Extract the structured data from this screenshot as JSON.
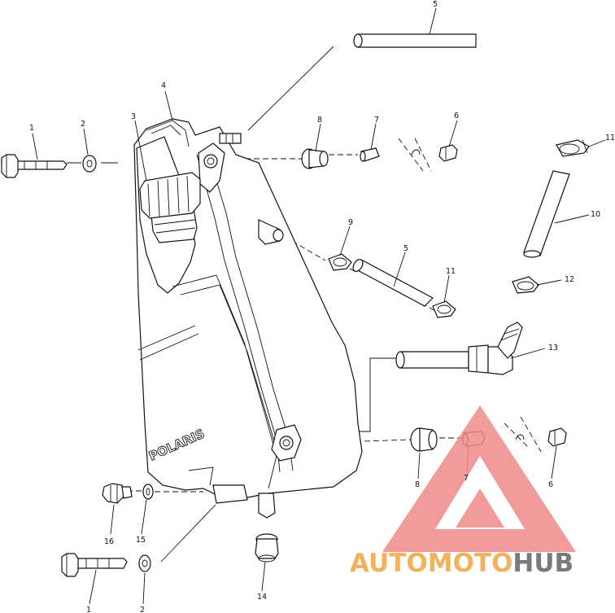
{
  "labels": {
    "l1_top": "1",
    "l2_top": "2",
    "l3": "3",
    "l4": "4",
    "l5_top": "5",
    "l5_mid": "5",
    "l6_top": "6",
    "l6_bot": "6",
    "l7_top": "7",
    "l7_bot": "7",
    "l8_top": "8",
    "l8_bot": "8",
    "l9": "9",
    "l10": "10",
    "l11_top": "11",
    "l11_mid": "11",
    "l12": "12",
    "l13": "13",
    "l14": "14",
    "l15": "15",
    "l16": "16",
    "l1_bot": "1",
    "l2_bot": "2"
  },
  "tank_brand": "POLARIS",
  "watermark": {
    "part1": "AUTO",
    "part2": "MOTO",
    "part3": "HUB",
    "colors": {
      "triangle": "#f08a8a",
      "auto": "#f2b25c",
      "moto": "#f2b25c",
      "hub": "#7a7a7a"
    }
  }
}
